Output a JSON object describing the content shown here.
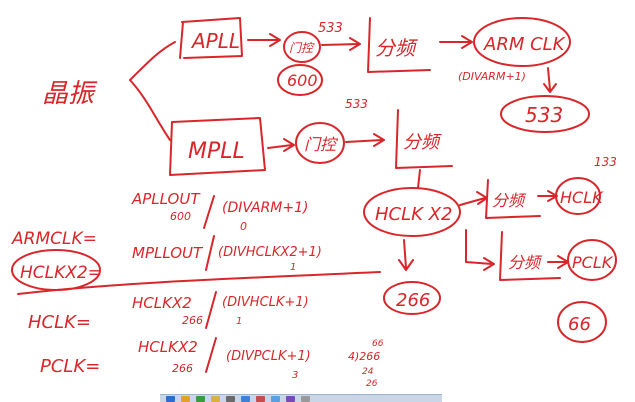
{
  "colors": {
    "ink": "#d8262a",
    "background": "#ffffff",
    "taskbar": "#c9d6e8"
  },
  "nodes": {
    "crystal": "晶振",
    "apll": "APLL",
    "mpll": "MPLL",
    "divider_top": "分频",
    "divider_mid": "分频",
    "divider_hclk1": "分频",
    "divider_hclk2": "分频",
    "mux_top": "门控",
    "mux_mid": "门控",
    "armclk": "ARM CLK",
    "hclkx2_node": "HCLK X2",
    "hclk_node": "HCLK",
    "pclk_node": "PCLK"
  },
  "annotations": {
    "mhz_533_top": "533",
    "mhz_533_mid": "533",
    "mhz_600": "600",
    "div_armclk": "(DIVARM+1)",
    "circle_533": "533",
    "circle_266": "266",
    "hclk_133": "133",
    "circle_66": "66"
  },
  "formulas": {
    "armclk": {
      "lhs": "ARMCLK=",
      "num": "APLLOUT",
      "sub": "600",
      "den": "(DIVARM+1)",
      "den_sub": "0"
    },
    "hclkx2": {
      "lhs": "HCLKX2=",
      "num": "MPLLOUT",
      "den": "(DIVHCLKX2+1)",
      "den_sub": "1"
    },
    "hclk": {
      "lhs": "HCLK=",
      "num": "HCLKX2",
      "sub": "266",
      "den": "(DIVHCLK+1)",
      "den_sub": "1"
    },
    "pclk": {
      "lhs": "PCLK=",
      "num": "HCLKX2",
      "sub": "266",
      "den": "(DIVPCLK+1)",
      "den_sub": "3"
    }
  },
  "side_calc": {
    "line1": "66",
    "line2": "4)266",
    "line3": "24",
    "line4": "26"
  },
  "taskbar_icons": [
    "start-icon",
    "explorer-icon",
    "browser-icon",
    "folder-icon",
    "app-icon",
    "app-icon",
    "app-icon",
    "app-icon",
    "app-icon",
    "app-icon"
  ]
}
